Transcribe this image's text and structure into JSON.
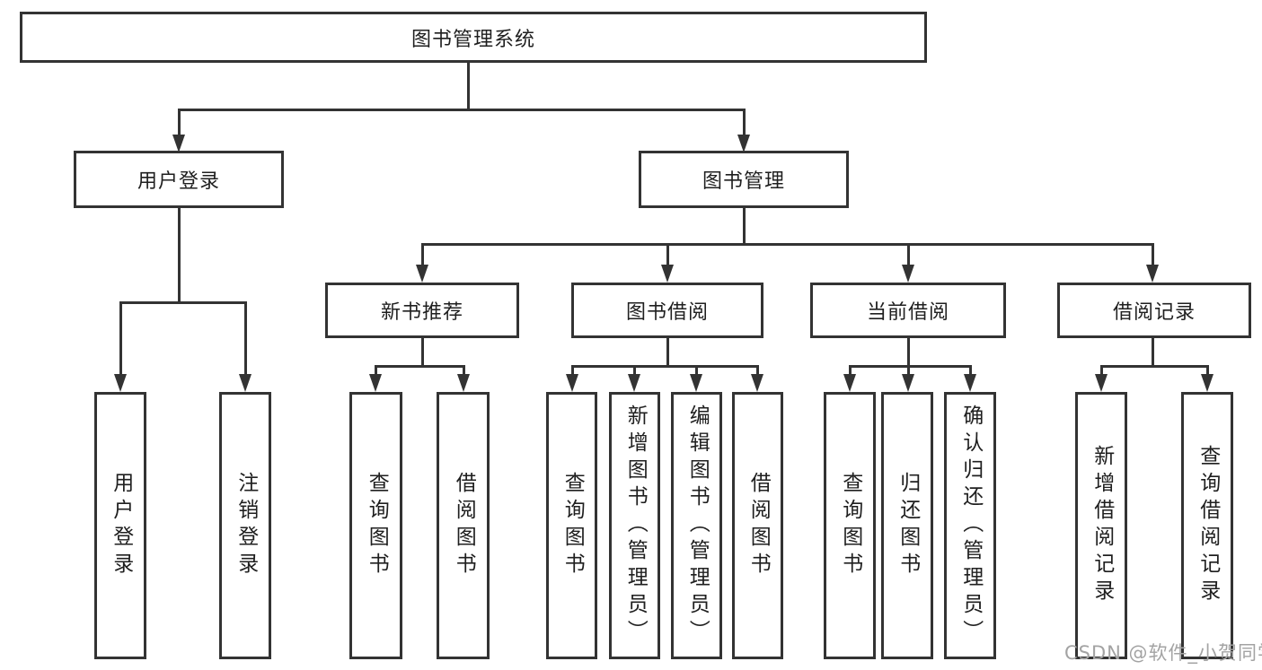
{
  "tree": {
    "root": {
      "label": "图书管理系统"
    },
    "level2": [
      {
        "label": "用户登录",
        "children": [
          {
            "label": "用户登录"
          },
          {
            "label": "注销登录"
          }
        ]
      },
      {
        "label": "图书管理",
        "children": [
          {
            "label": "新书推荐",
            "children": [
              {
                "label": "查询图书"
              },
              {
                "label": "借阅图书"
              }
            ]
          },
          {
            "label": "图书借阅",
            "children": [
              {
                "label": "查询图书"
              },
              {
                "label": "新增图书（管理员）"
              },
              {
                "label": "编辑图书（管理员）"
              },
              {
                "label": "借阅图书"
              }
            ]
          },
          {
            "label": "当前借阅",
            "children": [
              {
                "label": "查询图书"
              },
              {
                "label": "归还图书"
              },
              {
                "label": "确认归还（管理员）"
              }
            ]
          },
          {
            "label": "借阅记录",
            "children": [
              {
                "label": "新增借阅记录"
              },
              {
                "label": "查询借阅记录"
              }
            ]
          }
        ]
      }
    ]
  },
  "watermark": {
    "text": "CSDN @软件_小贺同学"
  },
  "colors": {
    "line": "#333333",
    "box_border": "#333333",
    "text": "#1f1f1f",
    "watermark": "#a3a3a3",
    "background": "#ffffff"
  }
}
